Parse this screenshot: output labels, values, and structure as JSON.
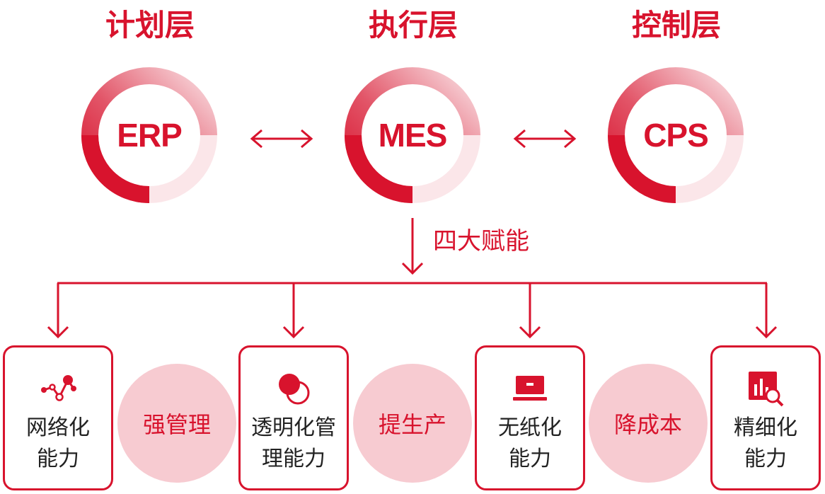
{
  "layers": [
    {
      "title": "计划层",
      "system": "ERP"
    },
    {
      "title": "执行层",
      "system": "MES"
    },
    {
      "title": "控制层",
      "system": "CPS"
    }
  ],
  "empower_label": "四大赋能",
  "capabilities": [
    {
      "line1": "网络化",
      "line2": "能力",
      "icon": "network-nodes-icon"
    },
    {
      "line1": "透明化管",
      "line2": "理能力",
      "icon": "overlapping-circles-icon"
    },
    {
      "line1": "无纸化",
      "line2": "能力",
      "icon": "laptop-icon"
    },
    {
      "line1": "精细化",
      "line2": "能力",
      "icon": "chart-magnifier-icon"
    }
  ],
  "benefits": [
    "强管理",
    "提生产",
    "降成本"
  ],
  "colors": {
    "accent": "#d8132d",
    "benefit_fill": "#f7cbd1",
    "text": "#222222"
  }
}
